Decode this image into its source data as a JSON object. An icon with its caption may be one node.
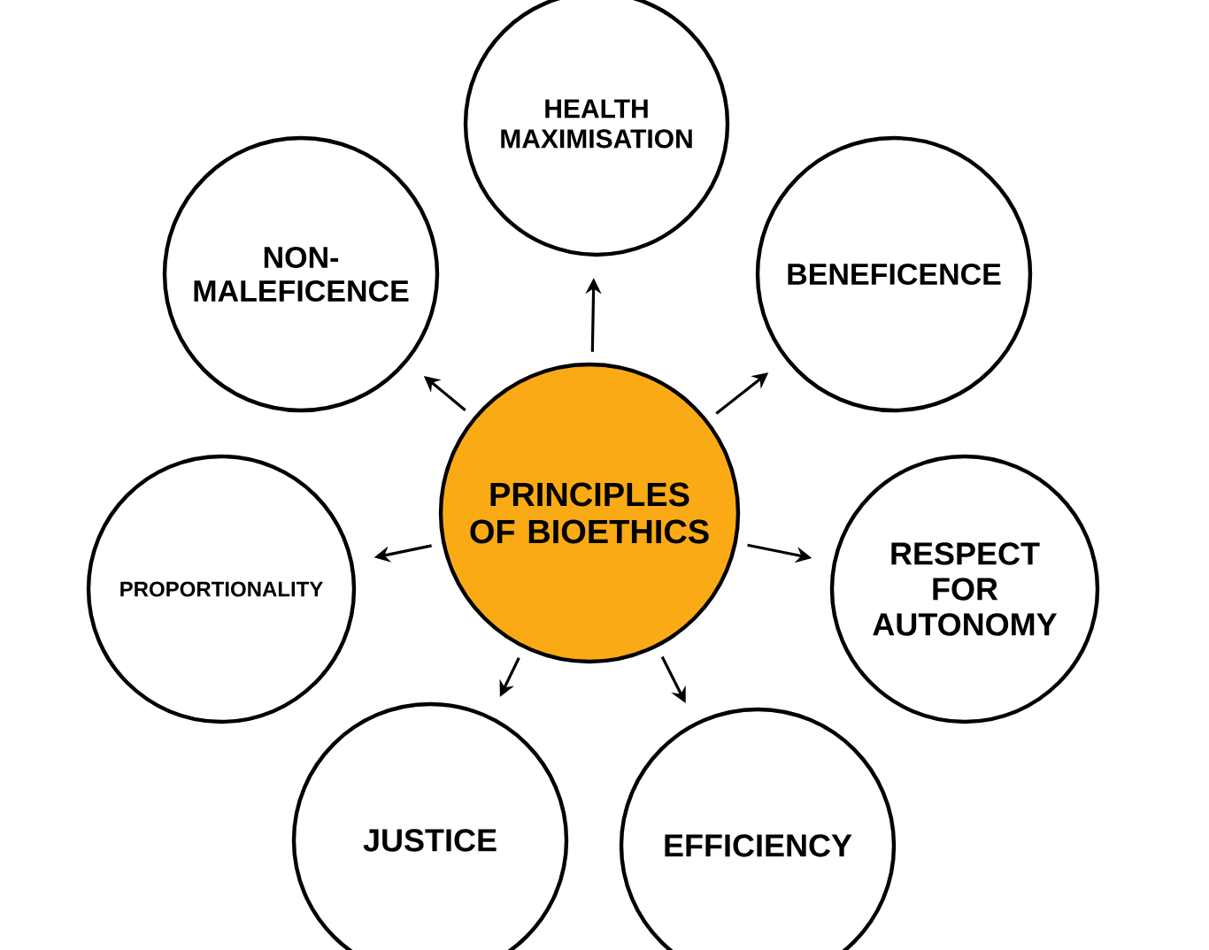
{
  "diagram": {
    "nodes": [
      {
        "text": [
          "HEALTH MAXIMISATION"
        ]
      },
      {
        "text": [
          "NON-MALEFICENCE"
        ]
      },
      {
        "text": [
          "BENEFICENCE"
        ]
      },
      {
        "text": [
          "PRINCIPLES OF BIOETHICS"
        ]
      },
      {
        "text": [
          "PROPORTIONALITY"
        ]
      },
      {
        "text": [
          "RESPECT FOR AUTONOMY"
        ]
      },
      {
        "text": [
          "JUSTICE"
        ]
      },
      {
        "text": [
          "EFFICIENCY"
        ]
      }
    ],
    "edges": [
      {
        "from": 3,
        "to": 0,
        "arrow": "to"
      },
      {
        "from": 3,
        "to": 1,
        "arrow": "to"
      },
      {
        "from": 3,
        "to": 2,
        "arrow": "to"
      },
      {
        "from": 3,
        "to": 4,
        "arrow": "to"
      },
      {
        "from": 3,
        "to": 5,
        "arrow": "to"
      },
      {
        "from": 3,
        "to": 6,
        "arrow": "to"
      },
      {
        "from": 3,
        "to": 7,
        "arrow": "to"
      }
    ]
  }
}
